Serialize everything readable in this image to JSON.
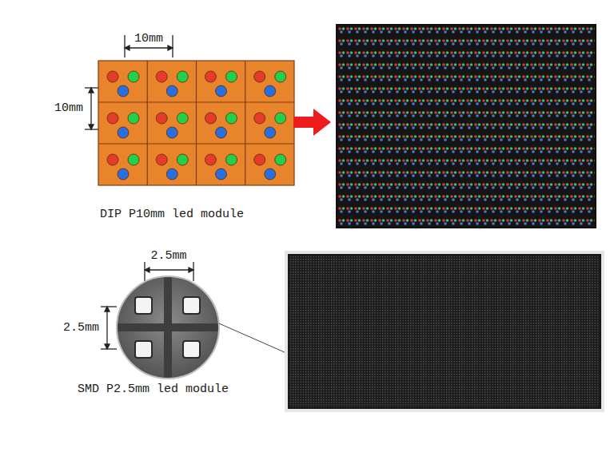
{
  "diagram": {
    "labels": [
      "10mm",
      "10mm",
      "DIP P10mm led module",
      "2.5mm",
      "2.5mm",
      "SMD P2.5mm led module"
    ]
  }
}
